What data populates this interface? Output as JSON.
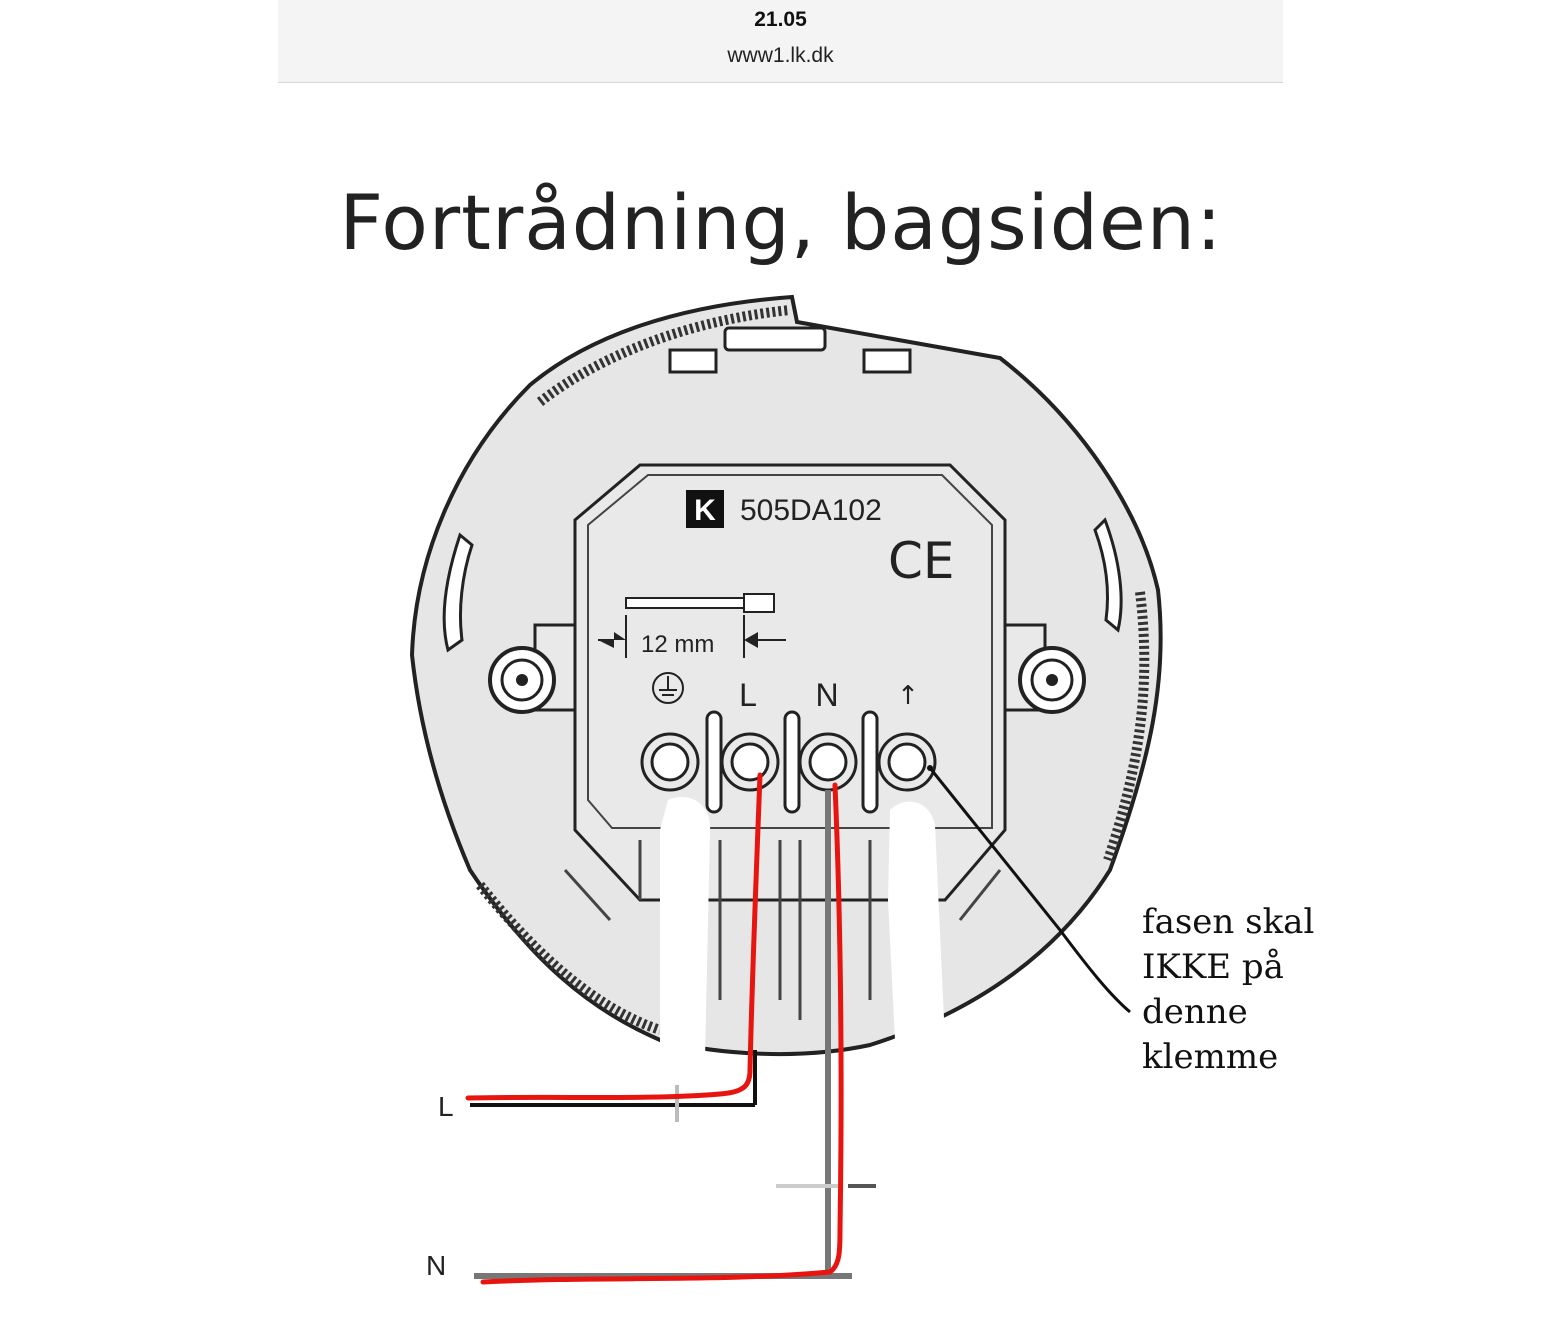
{
  "status": {
    "time": "21.05",
    "url": "www1.lk.dk"
  },
  "page_title": "Fortrådning, bagsiden:",
  "device": {
    "logo_letter": "K",
    "model": "505DA102",
    "ce_mark": "CE",
    "strip_length": "12 mm",
    "terminals": {
      "earth": "earth-symbol-icon",
      "L": "L",
      "N": "N",
      "arrow": "↑"
    }
  },
  "wires": {
    "L_label": "L",
    "N_label": "N",
    "highlight_color": "#e8140f"
  },
  "annotation": {
    "line1": "fasen skal",
    "line2": "IKKE på",
    "line3": "denne",
    "line4": "klemme"
  }
}
